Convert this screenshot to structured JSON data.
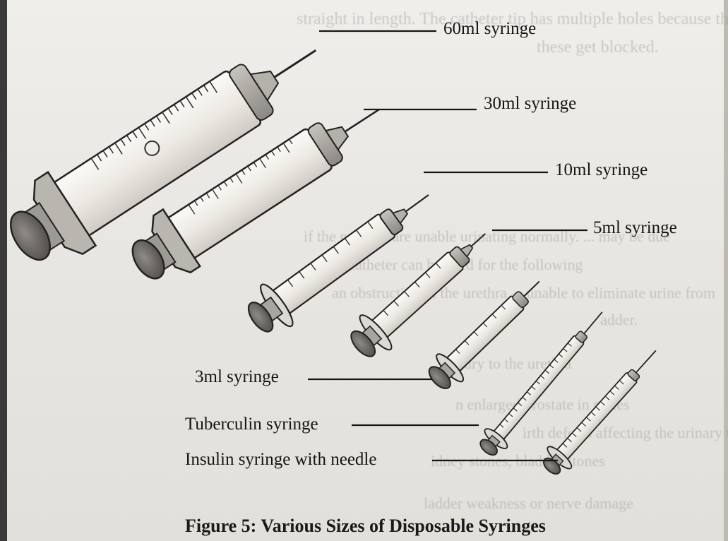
{
  "figure": {
    "caption": "Figure 5: Various Sizes of Disposable Syringes",
    "labels": {
      "syringe_60ml": "60ml syringe",
      "syringe_30ml": "30ml syringe",
      "syringe_10ml": "10ml syringe",
      "syringe_5ml": "5ml syringe",
      "syringe_3ml": "3ml syringe",
      "syringe_tuberculin": "Tuberculin syringe",
      "syringe_insulin": "Insulin syringe with needle"
    }
  },
  "background_text": {
    "line1": "straight in length. The catheter tip has multiple holes because the",
    "line2": "these get blocked.",
    "line3": "if the patients are unable urinating normally. ... may be due",
    "line4": "tor. A catheter can be used for the following",
    "line5": "an obstruction in the urethra ... unable to eliminate urine from",
    "line6": "adder.",
    "line7": "njury to the urethra",
    "line8": "n enlarged prostate in males",
    "line9": "irth defects affecting the urinary tract",
    "line10": "idney stones, bladder stones",
    "line11": "ladder weakness or nerve damage"
  },
  "colors": {
    "ink": "#1a1a1a",
    "barrel_fill": "#f1efea",
    "plunger_fill": "#6e6a66",
    "hub_fill": "#a9a5a0",
    "paper": "#ebe9e4"
  }
}
